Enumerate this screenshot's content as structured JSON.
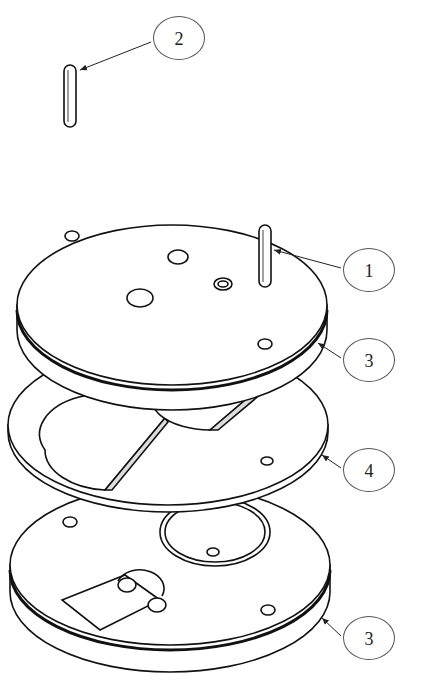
{
  "diagram": {
    "labels": [
      "2",
      "1",
      "3",
      "4",
      "3"
    ]
  }
}
